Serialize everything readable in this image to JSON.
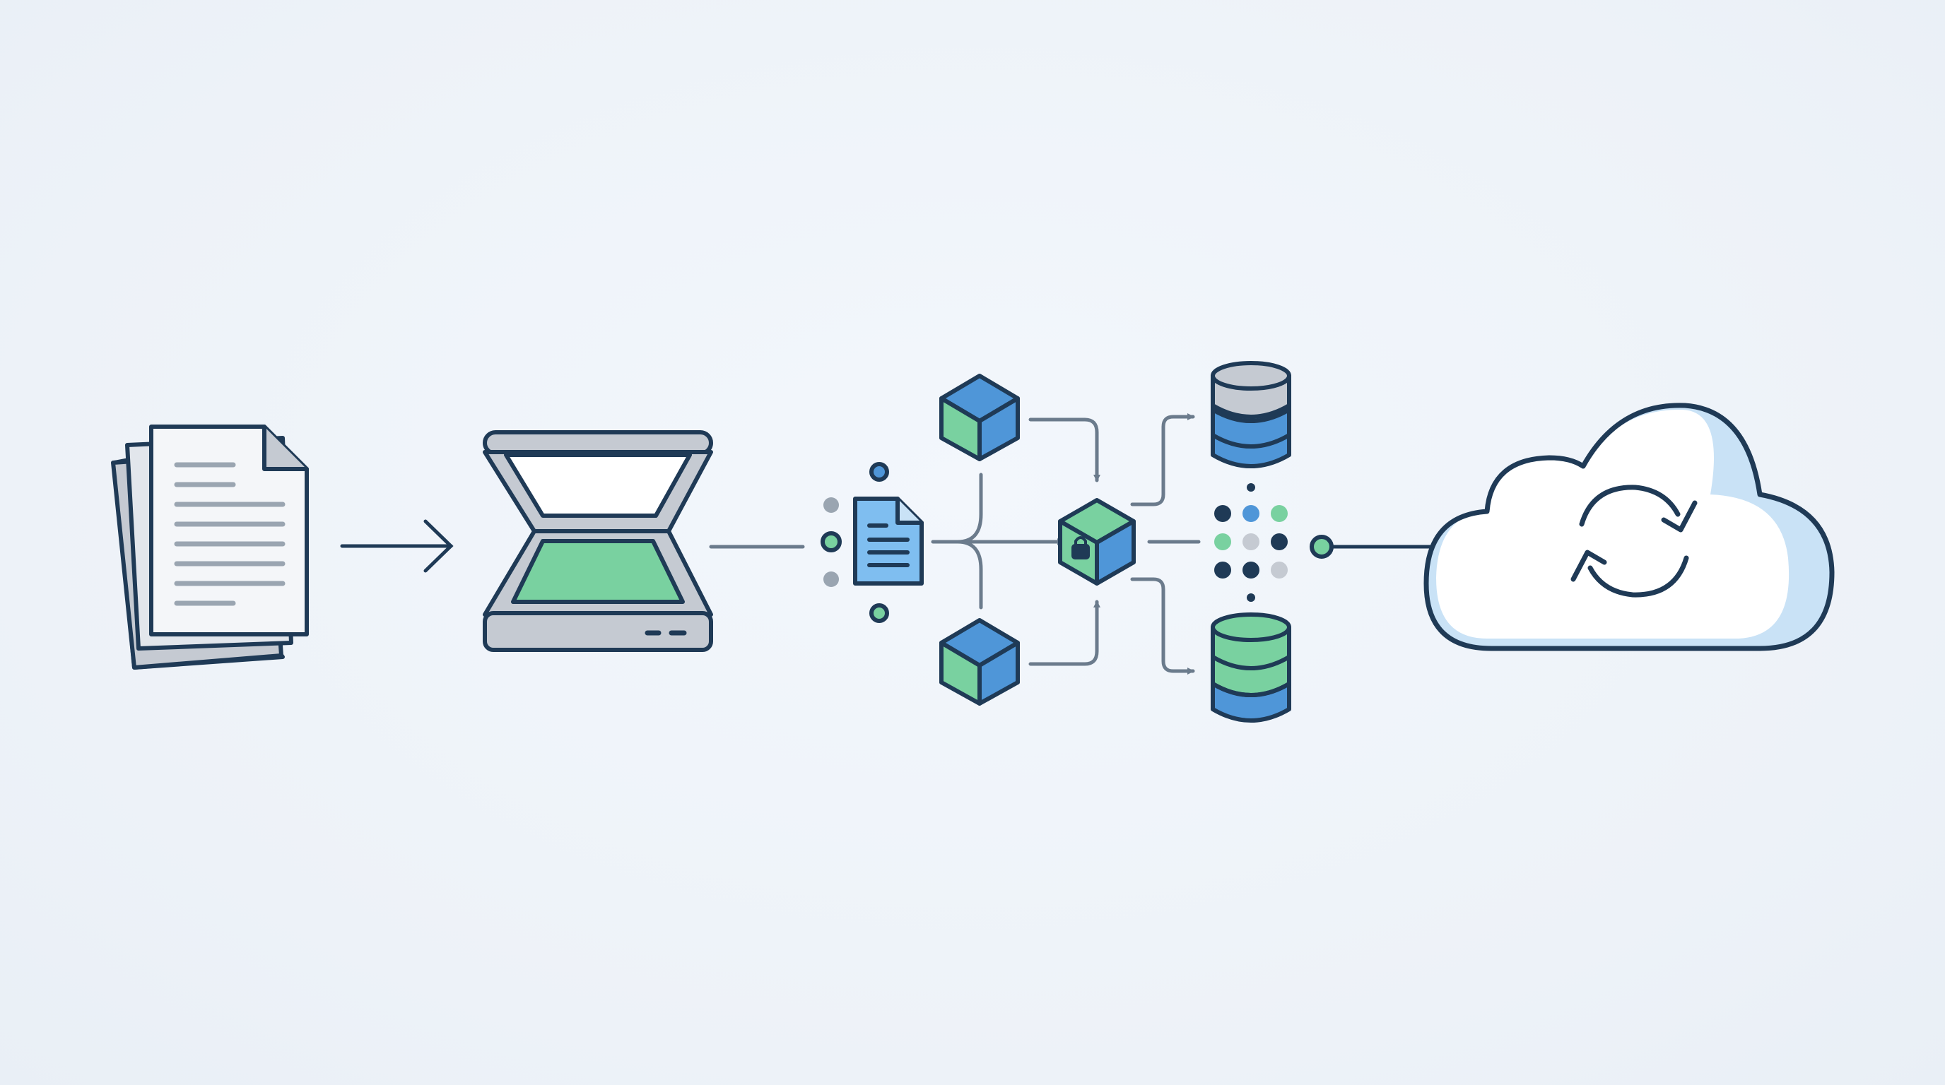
{
  "diagram": {
    "nodes": [
      {
        "id": "paper-documents",
        "icon": "document-stack-icon"
      },
      {
        "id": "flatbed-scanner",
        "icon": "scanner-icon"
      },
      {
        "id": "digital-document",
        "icon": "file-icon"
      },
      {
        "id": "process-cube-top",
        "icon": "cube-icon"
      },
      {
        "id": "process-cube-bottom",
        "icon": "cube-icon"
      },
      {
        "id": "secure-hub-cube",
        "icon": "lock-cube-icon"
      },
      {
        "id": "data-particles",
        "icon": "dot-grid-icon"
      },
      {
        "id": "database-top",
        "icon": "database-icon"
      },
      {
        "id": "database-bottom",
        "icon": "database-icon"
      },
      {
        "id": "cloud-sync",
        "icon": "cloud-sync-icon"
      }
    ],
    "edges": [
      {
        "from": "paper-documents",
        "to": "flatbed-scanner"
      },
      {
        "from": "flatbed-scanner",
        "to": "digital-document"
      },
      {
        "from": "digital-document",
        "to": "secure-hub-cube"
      },
      {
        "from": "process-cube-top",
        "to": "secure-hub-cube"
      },
      {
        "from": "process-cube-bottom",
        "to": "secure-hub-cube"
      },
      {
        "from": "secure-hub-cube",
        "to": "database-top"
      },
      {
        "from": "secure-hub-cube",
        "to": "database-bottom"
      },
      {
        "from": "secure-hub-cube",
        "to": "data-particles"
      },
      {
        "from": "data-particles",
        "to": "cloud-sync"
      }
    ]
  },
  "colors": {
    "outline": "#1f3a56",
    "connector": "#6b7b8c",
    "green": "#79d1a0",
    "blue": "#4f96d8",
    "light_blue": "#7fbef0",
    "gray": "#c5cad2",
    "paper": "#f4f6f9",
    "cloud_shadow": "#c9e2f6",
    "background": "#eef3f9"
  }
}
